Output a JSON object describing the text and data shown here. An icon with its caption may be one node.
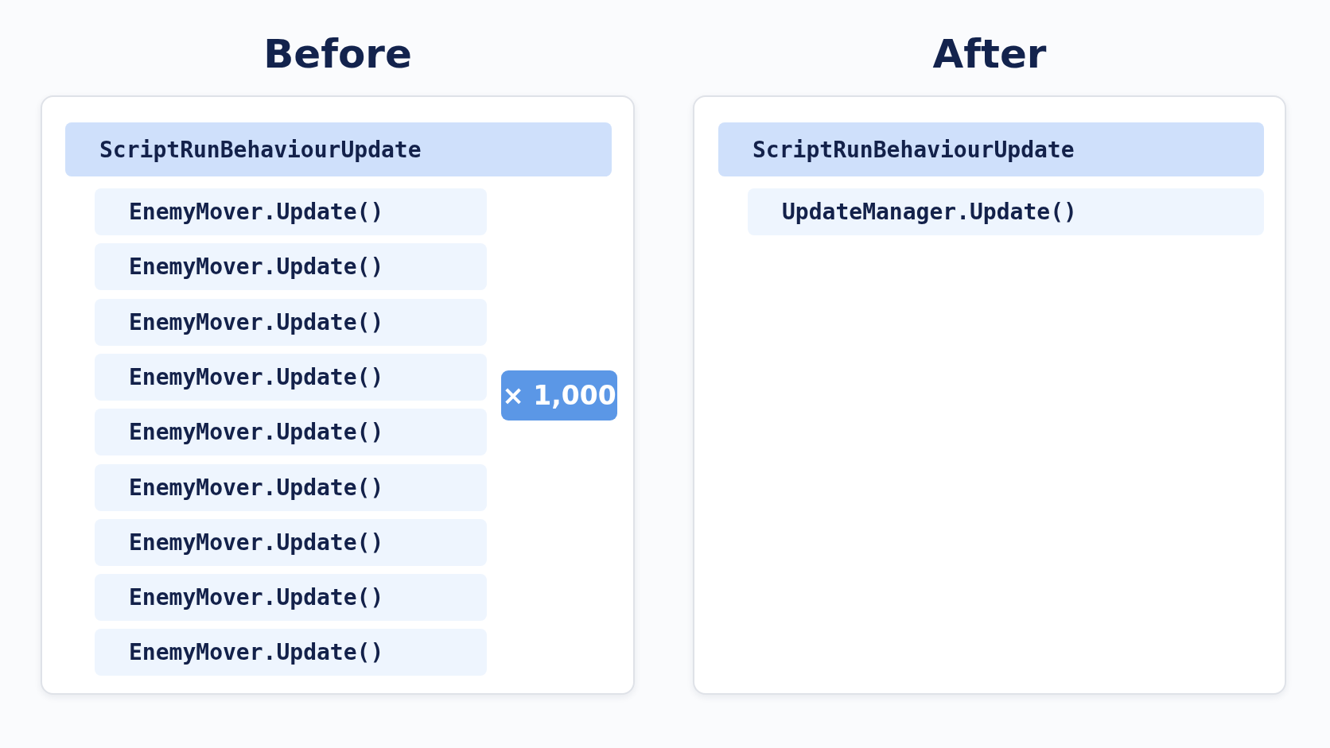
{
  "diagram": {
    "nodes": [
      {
        "text": [
          "Before"
        ]
      },
      {
        "text": [
          "ScriptRunBehaviourUpdate"
        ],
        "in": 0
      },
      {
        "text": [
          "EnemyMover.Update()"
        ],
        "in": 0
      },
      {
        "text": [
          "EnemyMover.Update()"
        ],
        "in": 0
      },
      {
        "text": [
          "EnemyMover.Update()"
        ],
        "in": 0
      },
      {
        "text": [
          "EnemyMover.Update()"
        ],
        "in": 0
      },
      {
        "text": [
          "EnemyMover.Update()"
        ],
        "in": 0
      },
      {
        "text": [
          "EnemyMover.Update()"
        ],
        "in": 0
      },
      {
        "text": [
          "EnemyMover.Update()"
        ],
        "in": 0
      },
      {
        "text": [
          "EnemyMover.Update()"
        ],
        "in": 0
      },
      {
        "text": [
          "EnemyMover.Update()"
        ],
        "in": 0
      },
      {
        "text": [
          "× 1,000"
        ],
        "in": 0
      },
      {
        "text": [
          "After"
        ]
      },
      {
        "text": [
          "ScriptRunBehaviourUpdate"
        ],
        "in": 12
      },
      {
        "text": [
          "UpdateManager.Update()"
        ],
        "in": 12
      }
    ]
  }
}
